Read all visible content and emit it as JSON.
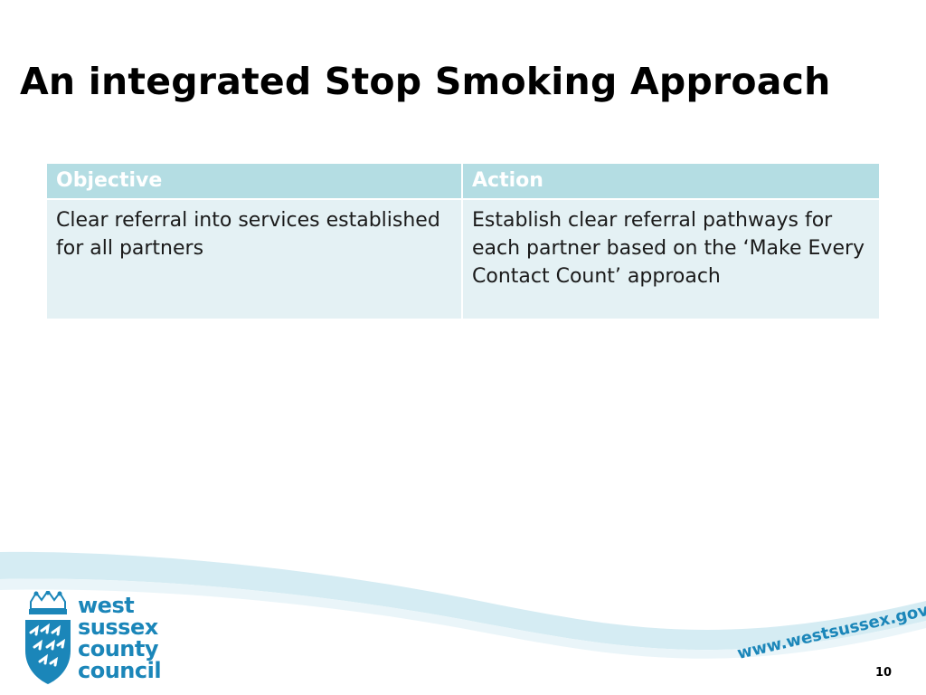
{
  "slide": {
    "title": "An integrated Stop Smoking Approach",
    "page_number": "10"
  },
  "table": {
    "headers": [
      "Objective",
      "Action"
    ],
    "rows": [
      [
        "Clear referral into services established for all partners",
        "Establish clear referral pathways for each partner based on the ‘Make Every Contact Count’ approach"
      ]
    ]
  },
  "footer": {
    "logo_lines": [
      "west",
      "sussex",
      "county",
      "council"
    ],
    "website": "www.westsussex.gov.uk"
  },
  "colors": {
    "header_fill": "#b4dde3",
    "cell_fill": "#e4f1f4",
    "brand_blue": "#1b86b9",
    "wave_light": "#d5ecf3"
  }
}
